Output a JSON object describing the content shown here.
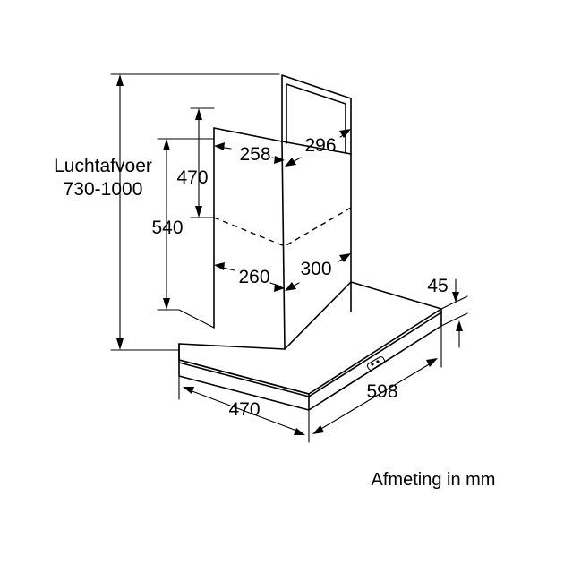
{
  "title_lines": [
    "Luchtafvoer",
    "730-1000"
  ],
  "dimensions": {
    "duct_top_height": "470",
    "duct_front_width": "258",
    "duct_side_depth": "296",
    "duct_total_height": "540",
    "duct_bottom_width": "260",
    "duct_bottom_depth": "300",
    "canopy_thickness": "45",
    "canopy_depth": "470",
    "canopy_width": "598"
  },
  "caption": "Afmeting in mm"
}
